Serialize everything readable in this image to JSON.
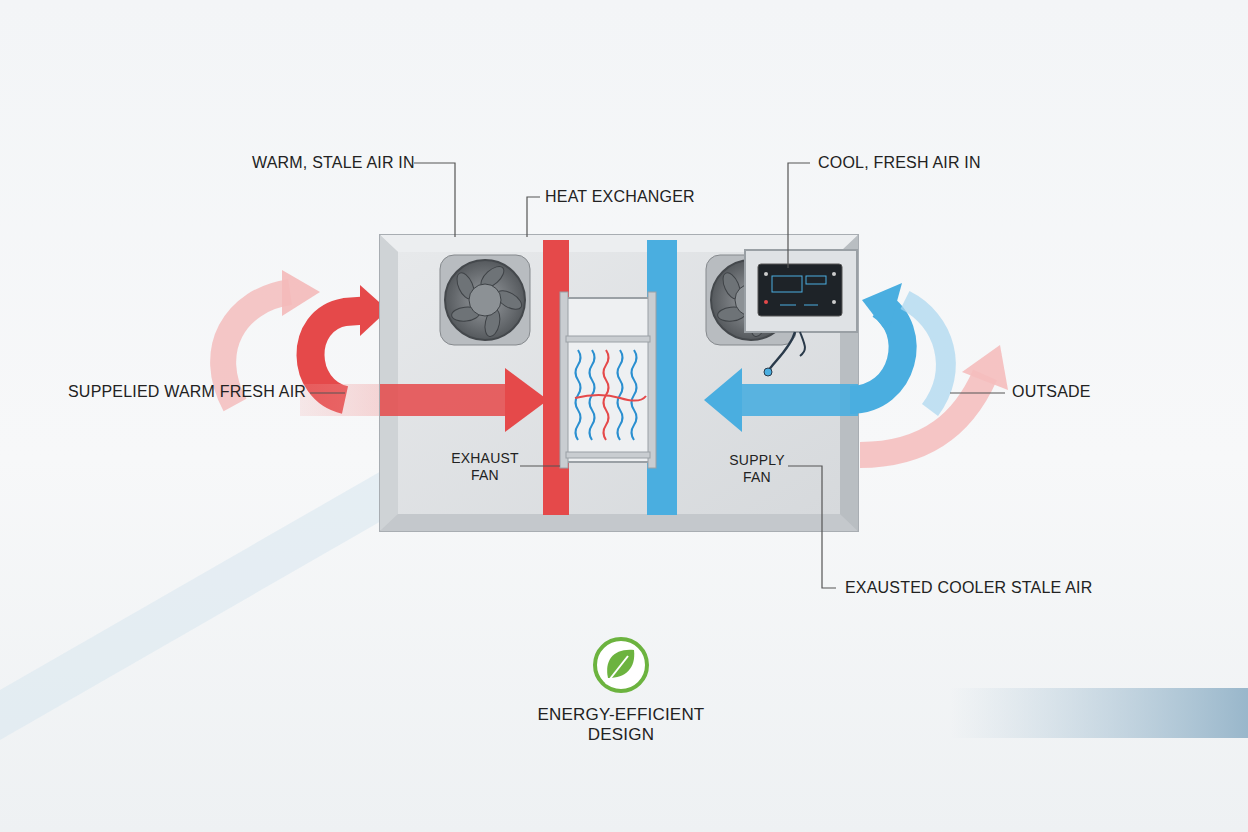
{
  "diagram": {
    "labels": [
      "WARM, STALE AIR IN",
      "HEAT EXCHANGER",
      "COOL, FRESH AIR IN",
      "SUPPELIED WARM FRESH AIR",
      "OUTSADE",
      "EXHAUST FAN",
      "SUPPLY FAN",
      "EXAUSTED COOLER STALE AIR",
      "ENERGY-EFFICIENT DESIGN"
    ]
  }
}
